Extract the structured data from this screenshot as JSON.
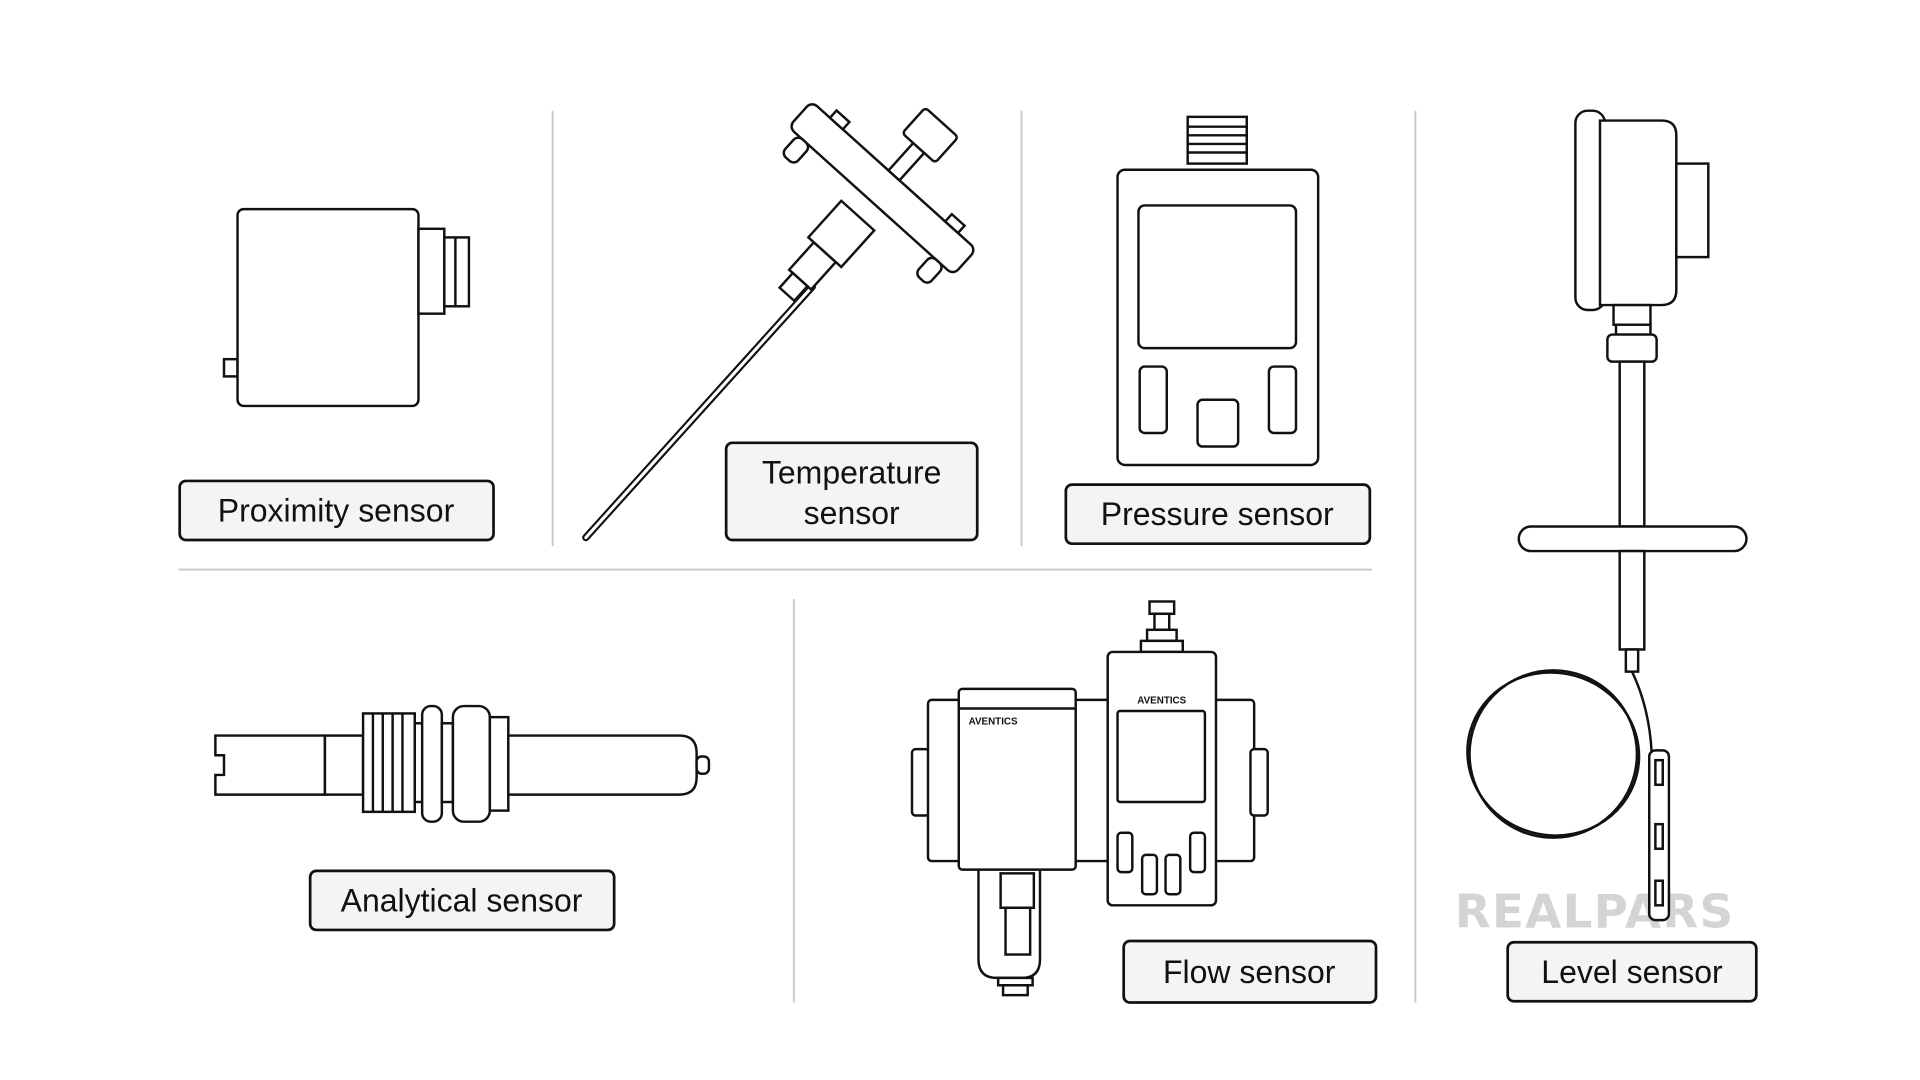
{
  "labels": {
    "proximity": "Proximity sensor",
    "temperature_line1": "Temperature",
    "temperature_line2": "sensor",
    "pressure": "Pressure sensor",
    "analytical": "Analytical sensor",
    "flow": "Flow sensor",
    "level": "Level sensor"
  },
  "device_brand": "AVENTICS",
  "watermark": "REALPARS"
}
